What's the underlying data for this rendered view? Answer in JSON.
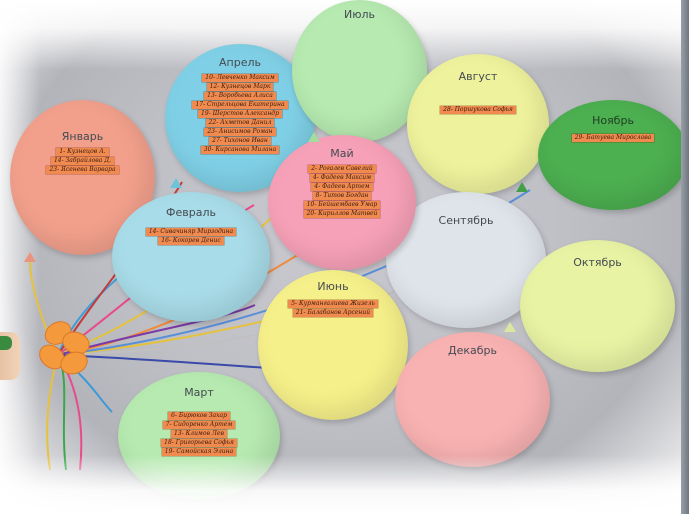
{
  "balloons": {
    "january": {
      "month": "Январь",
      "names": [
        "1- Кузнецов А.",
        "14- Забрайлова Д.",
        "23- Ясенева Варвара"
      ]
    },
    "february": {
      "month": "Февраль",
      "names": [
        "14- Сивачиняр Мирзодина",
        "16- Кокорев Денис"
      ]
    },
    "march": {
      "month": "Март",
      "names": [
        "6- Бирюков Захар",
        "7- Сидоренко Артем",
        "13- Климов Лев",
        "18- Григорьева Софья",
        "19- Самойская Элина"
      ]
    },
    "april": {
      "month": "Апрель",
      "names": [
        "10- Левченко Максим",
        "12- Кузнецов Марк",
        "13- Воробьева Алиса",
        "17- Стрельцова Екатерина",
        "19- Шерстов Александр",
        "22- Ахметов Данил",
        "23- Анисимов Роман",
        "27- Тихонов Иван",
        "30- Кирсанова Милана"
      ]
    },
    "may": {
      "month": "Май",
      "names": [
        "2- Рогалев Савелий",
        "4- Фадеев Максим",
        "4- Фадеев Артем",
        "8- Титов Богдан",
        "10- Бейшембаев Умар",
        "20- Кириллов Матвей"
      ]
    },
    "june": {
      "month": "Июнь",
      "names": [
        "5- Курмангалиева Жизель",
        "21- Балабанов Арсений"
      ]
    },
    "july": {
      "month": "Июль",
      "names": []
    },
    "august": {
      "month": "Август",
      "names": [
        "28- Поршукова Софья"
      ]
    },
    "september": {
      "month": "Сентябрь",
      "names": []
    },
    "october": {
      "month": "Октябрь",
      "names": []
    },
    "november": {
      "month": "Ноябрь",
      "names": [
        "29- Батуева Мирослава"
      ]
    },
    "december": {
      "month": "Декабрь",
      "names": []
    }
  },
  "colors": {
    "january": "#f2a08c",
    "february": "#a8dce8",
    "march": "#b6eab0",
    "april": "#7fd0e6",
    "may": "#f7a1b8",
    "june": "#f6f08a",
    "july": "#b6eab0",
    "august": "#eef29c",
    "september": "#dfe4ea",
    "october": "#e8f3a4",
    "november": "#4caf50",
    "december": "#f9b2b2",
    "name_tag": "#f08a4e"
  }
}
